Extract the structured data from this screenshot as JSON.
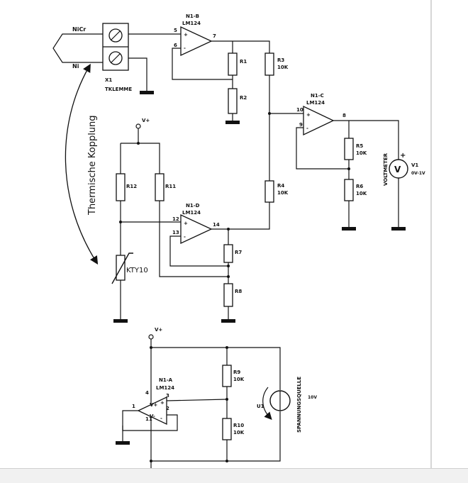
{
  "thermocouple": {
    "wire_a": "NiCr",
    "wire_b": "Ni"
  },
  "terminal": {
    "ref": "X1",
    "name": "TKLEMME"
  },
  "coupling_label": "Thermische Kopplung",
  "supply": {
    "positive": "V+",
    "negative": "V-"
  },
  "opamps": [
    {
      "ref": "N1-B",
      "type": "LM124",
      "pins": [
        "5",
        "6",
        "7"
      ],
      "plus": "+",
      "minus": "-"
    },
    {
      "ref": "N1-C",
      "type": "LM124",
      "pins": [
        "10",
        "9",
        "8"
      ],
      "plus": "+",
      "minus": "-"
    },
    {
      "ref": "N1-D",
      "type": "LM124",
      "pins": [
        "12",
        "13",
        "14"
      ],
      "plus": "+",
      "minus": "-"
    },
    {
      "ref": "N1-A",
      "type": "LM124",
      "pins": [
        "1",
        "2",
        "3",
        "4",
        "11"
      ],
      "plus": "+",
      "minus": "-",
      "supply_pos": "V+",
      "supply_neg": "V-"
    }
  ],
  "resistors": [
    {
      "ref": "R1",
      "value": ""
    },
    {
      "ref": "R2",
      "value": ""
    },
    {
      "ref": "R3",
      "value": "10K"
    },
    {
      "ref": "R4",
      "value": "10K"
    },
    {
      "ref": "R5",
      "value": "10K"
    },
    {
      "ref": "R6",
      "value": "10K"
    },
    {
      "ref": "R7",
      "value": ""
    },
    {
      "ref": "R8",
      "value": ""
    },
    {
      "ref": "R9",
      "value": "10K"
    },
    {
      "ref": "R10",
      "value": "10K"
    },
    {
      "ref": "R11",
      "value": ""
    },
    {
      "ref": "R12",
      "value": ""
    }
  ],
  "sensor": {
    "ref": "KTY10"
  },
  "voltmeter": {
    "label": "VOLTMETER",
    "ref": "V1",
    "range": "0V-1V",
    "symbol": "V",
    "plus": "+"
  },
  "source": {
    "ref": "U1",
    "label": "SPANNUNGSQUELLE",
    "value": "10V"
  }
}
